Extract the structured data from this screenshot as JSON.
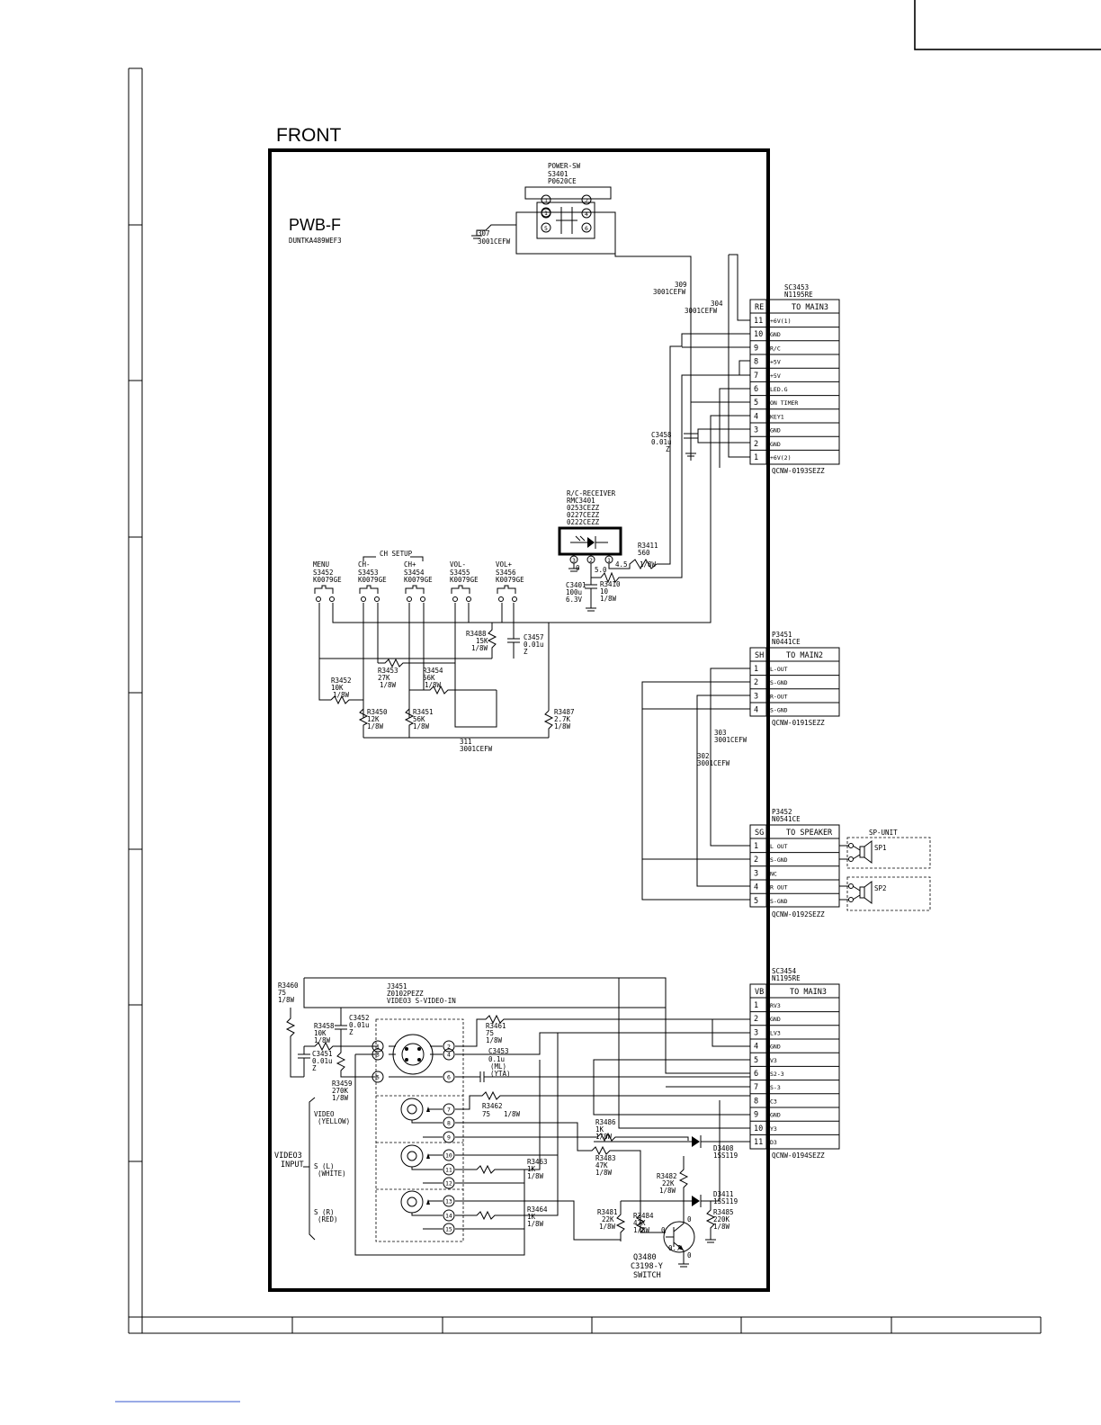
{
  "title": "FRONT",
  "board": {
    "name": "PWB-F",
    "part": "DUNTKA489WEF3"
  },
  "power_switch": {
    "label": "POWER-SW",
    "ref": "S3401",
    "part": "P0620CE",
    "pins": [
      "1",
      "2",
      "3",
      "4",
      "5",
      "6"
    ]
  },
  "ferrites": [
    {
      "num": "307",
      "part": "3001CEFW"
    },
    {
      "num": "309",
      "part": "3001CEFW"
    },
    {
      "num": "304",
      "part": "3001CEFW"
    },
    {
      "num": "311",
      "part": "3001CEFW"
    },
    {
      "num": "303",
      "part": "3001CEFW"
    },
    {
      "num": "302",
      "part": "3001CEFW"
    }
  ],
  "connectors": {
    "re": {
      "ref": "SC3453",
      "part": "N1195RE",
      "code": "RE",
      "dest": "TO MAIN3",
      "qcnw": "QCNW-0193SEZZ",
      "pins": [
        {
          "n": "11",
          "s": "+6V(1)"
        },
        {
          "n": "10",
          "s": "GND"
        },
        {
          "n": "9",
          "s": "R/C"
        },
        {
          "n": "8",
          "s": "+5V"
        },
        {
          "n": "7",
          "s": "+5V"
        },
        {
          "n": "6",
          "s": "LED.G"
        },
        {
          "n": "5",
          "s": "ON TIMER"
        },
        {
          "n": "4",
          "s": "KEY1"
        },
        {
          "n": "3",
          "s": "GND"
        },
        {
          "n": "2",
          "s": "GND"
        },
        {
          "n": "1",
          "s": "+6V(2)"
        }
      ]
    },
    "sh": {
      "ref": "P3451",
      "part": "N0441CE",
      "code": "SH",
      "dest": "TO MAIN2",
      "qcnw": "QCNW-0191SEZZ",
      "pins": [
        {
          "n": "1",
          "s": "L-OUT"
        },
        {
          "n": "2",
          "s": "S-GND"
        },
        {
          "n": "3",
          "s": "R-OUT"
        },
        {
          "n": "4",
          "s": "S-GND"
        }
      ]
    },
    "sg": {
      "ref": "P3452",
      "part": "N0541CE",
      "code": "SG",
      "dest": "TO SPEAKER",
      "qcnw": "QCNW-0192SEZZ",
      "pins": [
        {
          "n": "1",
          "s": "L OUT"
        },
        {
          "n": "2",
          "s": "S-GND"
        },
        {
          "n": "3",
          "s": "NC"
        },
        {
          "n": "4",
          "s": "R OUT"
        },
        {
          "n": "5",
          "s": "S-GND"
        }
      ]
    },
    "vb": {
      "ref": "SC3454",
      "part": "N1195RE",
      "code": "VB",
      "dest": "TO MAIN3",
      "qcnw": "QCNW-0194SEZZ",
      "pins": [
        {
          "n": "1",
          "s": "RV3"
        },
        {
          "n": "2",
          "s": "GND"
        },
        {
          "n": "3",
          "s": "LV3"
        },
        {
          "n": "4",
          "s": "GND"
        },
        {
          "n": "5",
          "s": "V3"
        },
        {
          "n": "6",
          "s": "S2-3"
        },
        {
          "n": "7",
          "s": "S-3"
        },
        {
          "n": "8",
          "s": "C3"
        },
        {
          "n": "9",
          "s": "GND"
        },
        {
          "n": "10",
          "s": "Y3"
        },
        {
          "n": "11",
          "s": "D3"
        }
      ]
    }
  },
  "speaker_unit": {
    "label": "SP-UNIT",
    "sp1": "SP1",
    "sp2": "SP2"
  },
  "rc_receiver": {
    "label": "R/C-RECEIVER",
    "ref": "RMC3401",
    "parts": [
      "0253CEZZ",
      "0227CEZZ",
      "0222CEZZ"
    ],
    "pin3": "3",
    "pin2": "2",
    "pin1": "1",
    "v1": "4.5",
    "v2": "5.0",
    "v3": "0"
  },
  "ch_setup": "CH SETUP",
  "switches": [
    {
      "name": "MENU",
      "ref": "S3452",
      "part": "K0079GE"
    },
    {
      "name": "CH-",
      "ref": "S3453",
      "part": "K0079GE"
    },
    {
      "name": "CH+",
      "ref": "S3454",
      "part": "K0079GE"
    },
    {
      "name": "VOL-",
      "ref": "S3455",
      "part": "K0079GE"
    },
    {
      "name": "VOL+",
      "ref": "S3456",
      "part": "K0079GE"
    }
  ],
  "resistors": {
    "r3411": {
      "ref": "R3411",
      "val": "560",
      "w": "1/8W"
    },
    "r3410": {
      "ref": "R3410",
      "val": "10",
      "w": "1/8W"
    },
    "r3488": {
      "ref": "R3488",
      "val": "15K",
      "w": "1/8W"
    },
    "r3453": {
      "ref": "R3453",
      "val": "27K",
      "w": "1/8W"
    },
    "r3454": {
      "ref": "R3454",
      "val": "56K",
      "w": "1/8W"
    },
    "r3452": {
      "ref": "R3452",
      "val": "10K",
      "w": "1/8W"
    },
    "r3450": {
      "ref": "R3450",
      "val": "12K",
      "w": "1/8W"
    },
    "r3451": {
      "ref": "R3451",
      "val": "56K",
      "w": "1/8W"
    },
    "r3487": {
      "ref": "R3487",
      "val": "2.7K",
      "w": "1/8W"
    },
    "r3460": {
      "ref": "R3460",
      "val": "75",
      "w": "1/8W"
    },
    "r3458": {
      "ref": "R3458",
      "val": "10K",
      "w": "1/8W"
    },
    "r3459": {
      "ref": "R3459",
      "val": "270K",
      "w": "1/8W"
    },
    "r3461": {
      "ref": "R3461",
      "val": "75",
      "w": "1/8W"
    },
    "r3462": {
      "ref": "R3462",
      "val": "75",
      "w": "1/8W"
    },
    "r3486": {
      "ref": "R3486",
      "val": "1K",
      "w": "1/8W"
    },
    "r3483": {
      "ref": "R3483",
      "val": "47K",
      "w": "1/8W"
    },
    "r3463": {
      "ref": "R3463",
      "val": "1K",
      "w": "1/8W"
    },
    "r3464": {
      "ref": "R3464",
      "val": "1K",
      "w": "1/8W"
    },
    "r3482": {
      "ref": "R3482",
      "val": "22K",
      "w": "1/8W"
    },
    "r3481": {
      "ref": "R3481",
      "val": "22K",
      "w": "1/8W"
    },
    "r3484": {
      "ref": "R3484",
      "val": "47K",
      "w": "1/8W"
    },
    "r3485": {
      "ref": "R3485",
      "val": "220K",
      "w": "1/8W"
    }
  },
  "capacitors": {
    "c3458": {
      "ref": "C3458",
      "val": "0.01u",
      "z": "Z"
    },
    "c3401": {
      "ref": "C3401",
      "val": "100u",
      "v": "6.3V"
    },
    "c3457": {
      "ref": "C3457",
      "val": "0.01u",
      "z": "Z"
    },
    "c3452": {
      "ref": "C3452",
      "val": "0.01u",
      "z": "Z"
    },
    "c3451": {
      "ref": "C3451",
      "val": "0.01u",
      "z": "Z"
    },
    "c3453": {
      "ref": "C3453",
      "val": "0.1u",
      "ml": "(ML)",
      "yta": "(YTA)"
    }
  },
  "jack": {
    "ref": "J3451",
    "part": "Z0102PEZZ",
    "desc": "VIDEO3 S-VIDEO-IN",
    "pins": [
      "1",
      "2",
      "3",
      "4",
      "5",
      "6",
      "7",
      "8",
      "9",
      "10",
      "11",
      "12",
      "13",
      "14",
      "15"
    ]
  },
  "input": {
    "line1": "VIDEO3",
    "line2": "INPUT",
    "video": "VIDEO",
    "video_c": "(YELLOW)",
    "sl": "S (L)",
    "sl_c": "(WHITE)",
    "sr": "S (R)",
    "sr_c": "(RED)"
  },
  "diodes": [
    {
      "ref": "D3408",
      "part": "1SS119"
    },
    {
      "ref": "D3411",
      "part": "1SS119"
    }
  ],
  "transistor": {
    "ref": "Q3480",
    "part": "C3198-Y",
    "role": "SWITCH",
    "vb": "0",
    "vc": "0",
    "vb2": "0.7",
    "ve": "0"
  }
}
